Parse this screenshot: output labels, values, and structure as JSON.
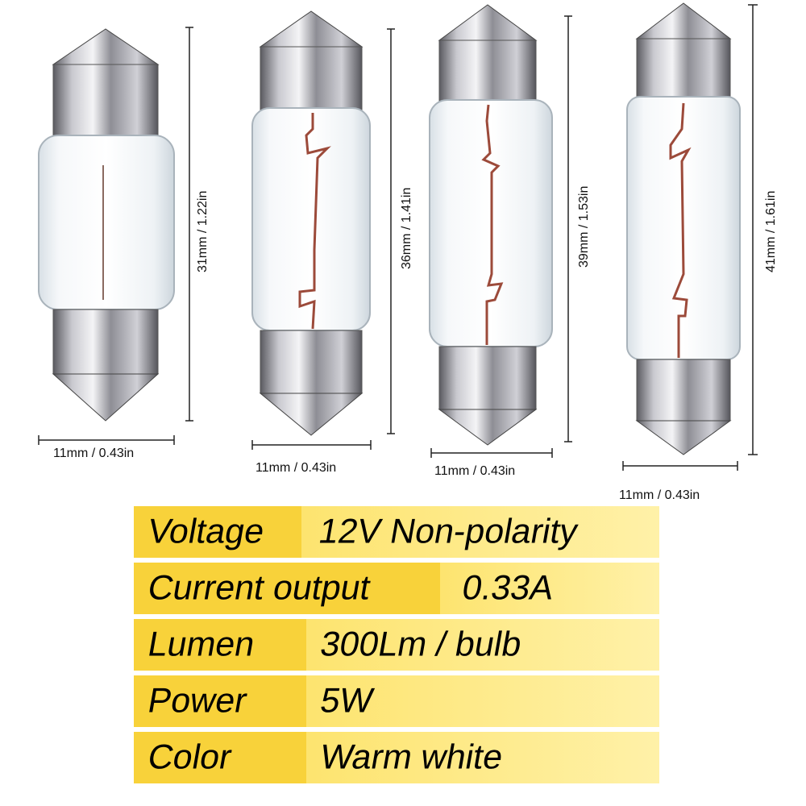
{
  "bulbs": [
    {
      "length_label": "31mm / 1.22in",
      "width_label": "11mm / 0.43in"
    },
    {
      "length_label": "36mm / 1.41in",
      "width_label": "11mm / 0.43in"
    },
    {
      "length_label": "39mm / 1.53in",
      "width_label": "11mm / 0.43in"
    },
    {
      "length_label": "41mm / 1.61in",
      "width_label": "11mm / 0.43in"
    }
  ],
  "specs": [
    {
      "label": "Voltage",
      "value": "12V  Non-polarity"
    },
    {
      "label": "Current output",
      "value": "0.33A"
    },
    {
      "label": "Lumen",
      "value": "300Lm / bulb"
    },
    {
      "label": "Power",
      "value": "5W"
    },
    {
      "label": "Color",
      "value": "Warm white"
    }
  ],
  "colors": {
    "table_dark": "#f8d23a",
    "table_light": "#fde98a",
    "metal": "#9a9aa0",
    "filament": "#9c4a3a"
  }
}
